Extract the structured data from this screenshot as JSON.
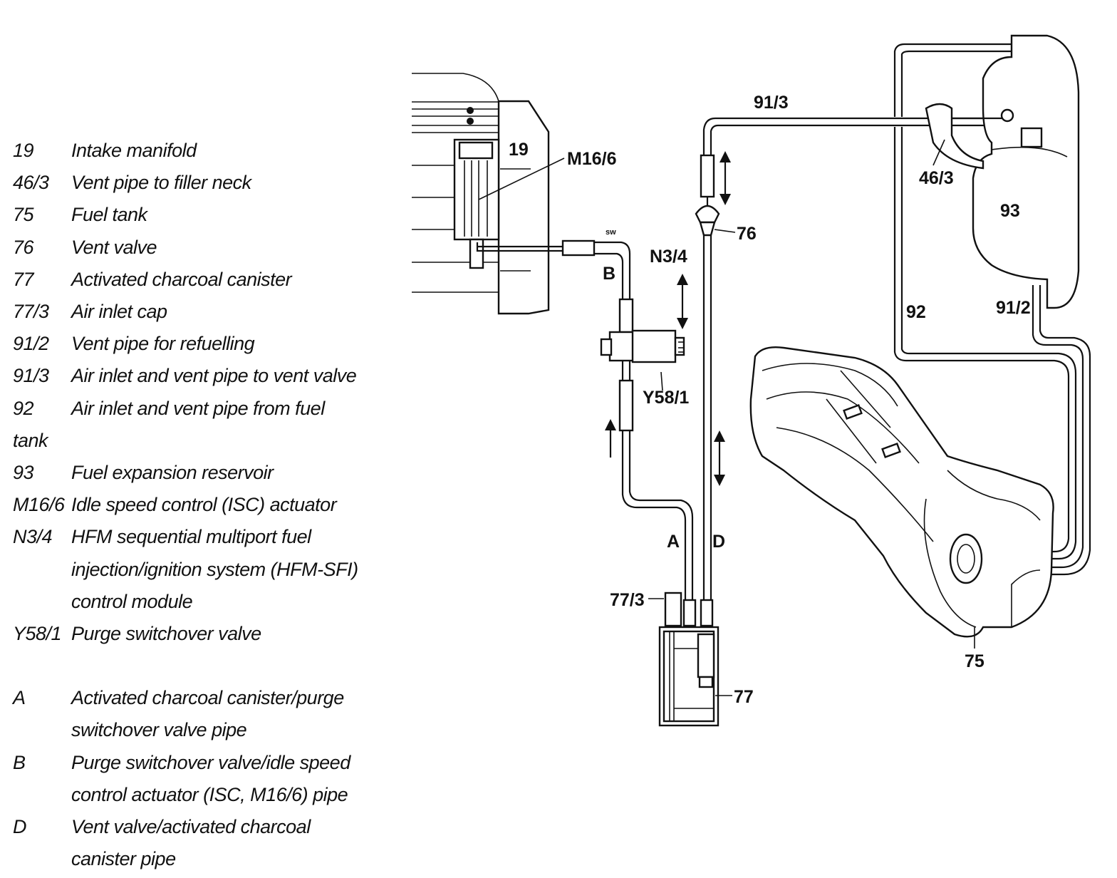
{
  "legend": {
    "items": [
      {
        "code": "19",
        "text": "Intake manifold"
      },
      {
        "code": "46/3",
        "text": "Vent pipe to filler neck"
      },
      {
        "code": "75",
        "text": "Fuel tank"
      },
      {
        "code": "76",
        "text": "Vent valve"
      },
      {
        "code": "77",
        "text": "Activated charcoal canister"
      },
      {
        "code": "77/3",
        "text": "Air inlet cap"
      },
      {
        "code": "91/2",
        "text": "Vent pipe for refuelling"
      },
      {
        "code": "91/3",
        "text": "Air inlet and vent pipe to vent valve"
      },
      {
        "code": "92",
        "text": "Air inlet and vent pipe from fuel",
        "cont": "tank"
      },
      {
        "code": "93",
        "text": "Fuel expansion reservoir"
      },
      {
        "code": "M16/6",
        "text": "Idle speed control (ISC) actuator"
      },
      {
        "code": "N3/4",
        "text": "HFM sequential multiport fuel",
        "cont2": [
          "injection/ignition system (HFM-SFI)",
          "control module"
        ]
      },
      {
        "code": "Y58/1",
        "text": "Purge switchover valve"
      },
      {
        "code": "A",
        "text": "Activated charcoal canister/purge",
        "cont2": [
          "switchover valve pipe"
        ]
      },
      {
        "code": "B",
        "text": "Purge switchover valve/idle speed",
        "cont2": [
          "control actuator (ISC, M16/6) pipe"
        ]
      },
      {
        "code": "D",
        "text": "Vent valve/activated charcoal",
        "cont2": [
          "canister pipe"
        ]
      }
    ]
  },
  "diagram": {
    "label_19": "19",
    "label_m16_6": "M16/6",
    "label_sw": "sw",
    "label_b": "B",
    "label_n3_4": "N3/4",
    "label_y58_1": "Y58/1",
    "label_76": "76",
    "label_91_3": "91/3",
    "label_46_3": "46/3",
    "label_93": "93",
    "label_92": "92",
    "label_91_2": "91/2",
    "label_a": "A",
    "label_d": "D",
    "label_77_3": "77/3",
    "label_77": "77",
    "label_75": "75"
  }
}
